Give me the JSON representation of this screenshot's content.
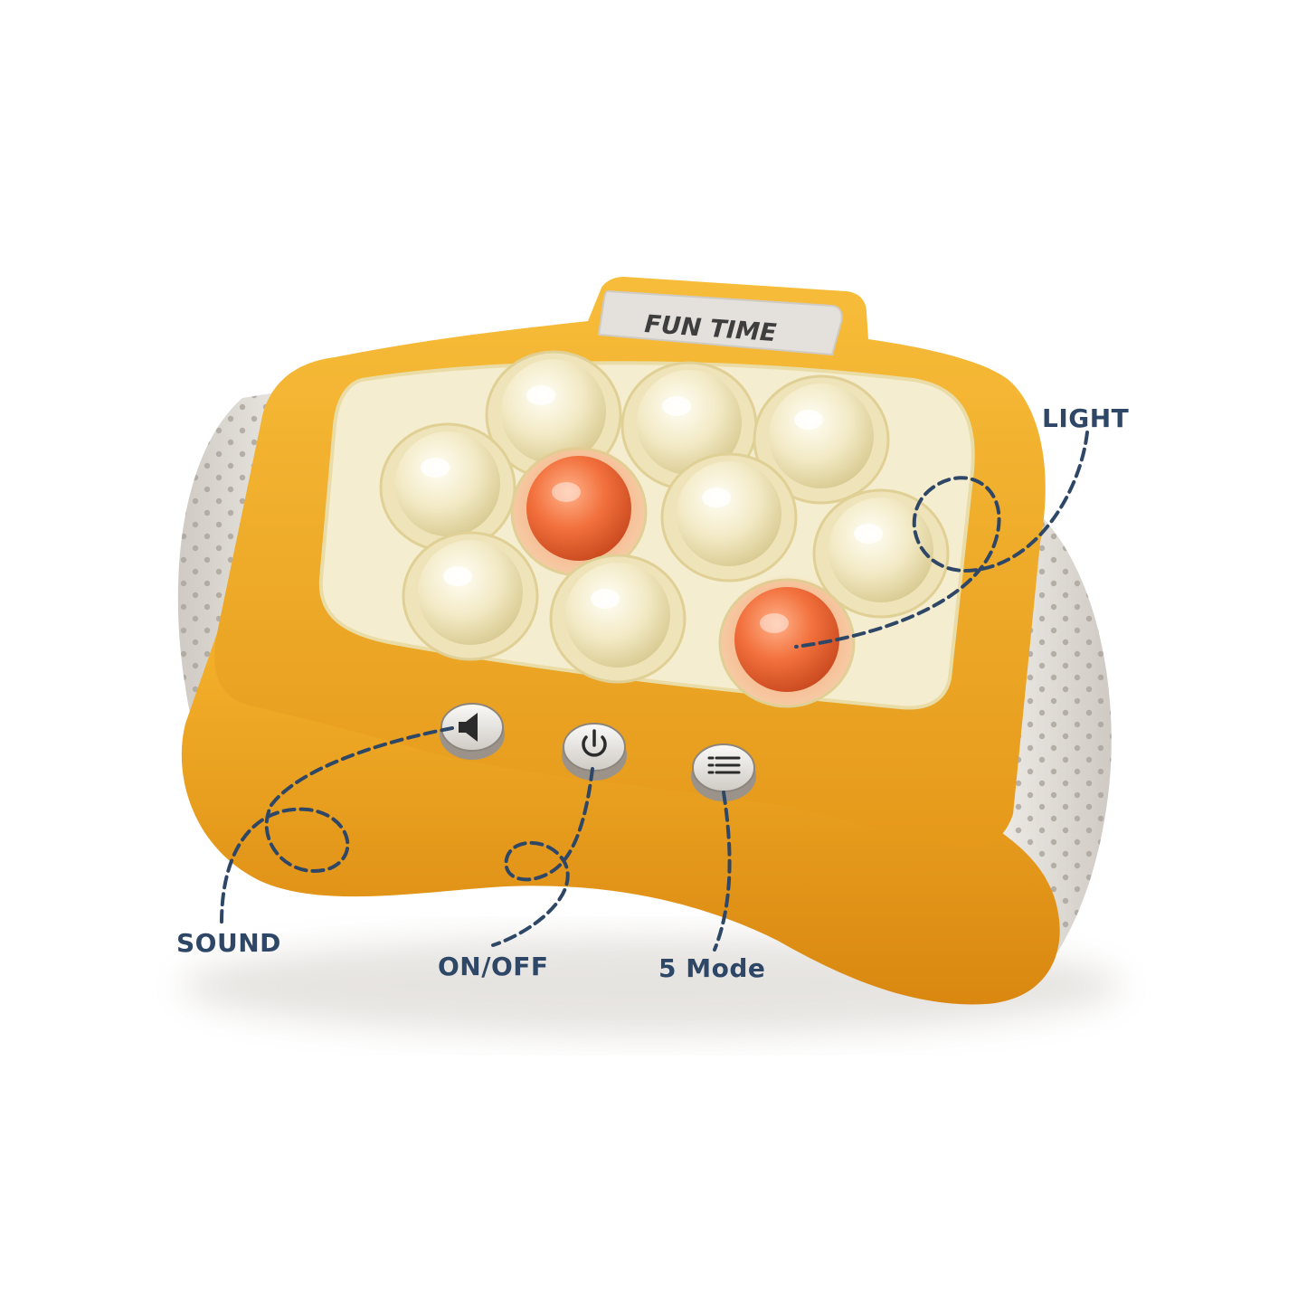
{
  "product": {
    "display_text": "FUN TIME",
    "colors": {
      "body": "#f2ad24",
      "body_dark": "#e49814",
      "grip": "#e6e2dc",
      "bubble": "#f3ebc8",
      "bubble_lit": "#ef6a3a",
      "panel": "#f6efd2",
      "callout": "#2f4767"
    },
    "bubble_count": 10,
    "lit_bubble_count": 2,
    "buttons": [
      {
        "name": "sound",
        "icon": "speaker-icon"
      },
      {
        "name": "power",
        "icon": "power-icon"
      },
      {
        "name": "mode",
        "icon": "menu-lines-icon"
      }
    ]
  },
  "callouts": {
    "light": "LIGHT",
    "sound": "SOUND",
    "on_off": "ON/OFF",
    "mode": "5 Mode"
  }
}
